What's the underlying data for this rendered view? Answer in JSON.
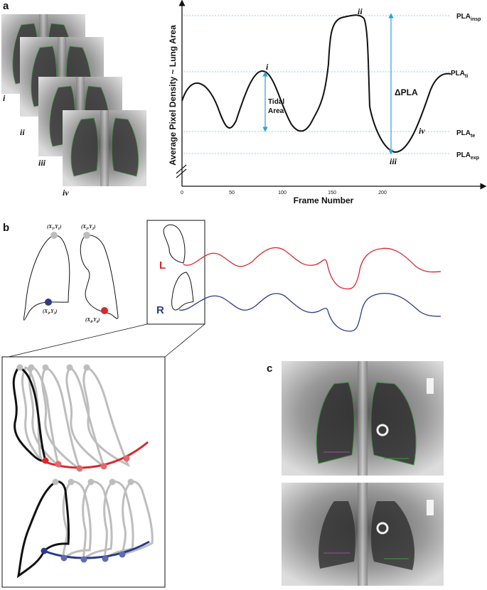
{
  "panels": {
    "a": "a",
    "b": "b",
    "c": "c"
  },
  "xray_stack_labels": [
    "i",
    "ii",
    "iii",
    "iv"
  ],
  "plot": {
    "xlabel": "Frame Number",
    "ylabel": "Average Pixel Density ~ Lung Area",
    "xticks": [
      "0",
      "50",
      "100",
      "150",
      "200"
    ],
    "point_labels": {
      "p_i": "i",
      "p_ii": "ii",
      "p_iii": "iii",
      "p_iv": "iv"
    },
    "tidal_area": [
      "Tidal",
      "Area"
    ],
    "delta_pla": "ΔPLA",
    "levels": [
      {
        "main": "PLA",
        "sub": "insp"
      },
      {
        "main": "PLA",
        "sub": "ti"
      },
      {
        "main": "PLA",
        "sub": "te"
      },
      {
        "main": "PLA",
        "sub": "exp"
      }
    ]
  },
  "panel_b": {
    "coords": [
      {
        "x": "X",
        "xs": "1",
        "y": "Y",
        "ys": "1"
      },
      {
        "x": "X",
        "xs": "2",
        "y": "Y",
        "ys": "2"
      },
      {
        "x": "X",
        "xs": "3",
        "y": "Y",
        "ys": "3"
      },
      {
        "x": "X",
        "xs": "4",
        "y": "Y",
        "ys": "4"
      }
    ],
    "left_label": "L",
    "right_label": "R"
  },
  "colors": {
    "red": "#d7282c",
    "blue": "#2a3a8c",
    "grey_point": "#bdbdbd",
    "accent_arrow": "#2aa0d8",
    "dotted": "#7fbde0"
  }
}
